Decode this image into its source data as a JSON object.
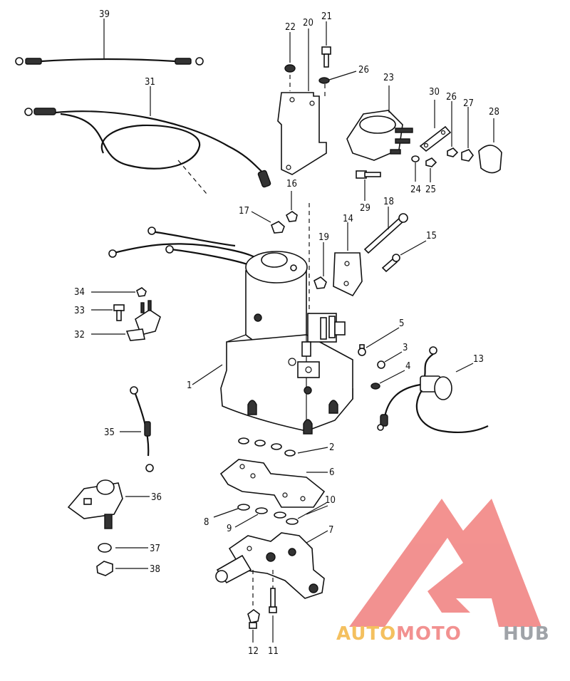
{
  "callouts": {
    "c1": "1",
    "c2": "2",
    "c3": "3",
    "c4": "4",
    "c5": "5",
    "c6": "6",
    "c7": "7",
    "c8": "8",
    "c9": "9",
    "c10": "10",
    "c11": "11",
    "c12": "12",
    "c13": "13",
    "c14": "14",
    "c15": "15",
    "c16": "16",
    "c17": "17",
    "c18": "18",
    "c19": "19",
    "c20": "20",
    "c21": "21",
    "c22": "22",
    "c23": "23",
    "c24": "24",
    "c25": "25",
    "c26a": "26",
    "c26b": "26",
    "c27": "27",
    "c28": "28",
    "c29": "29",
    "c30": "30",
    "c31": "31",
    "c32": "32",
    "c33": "33",
    "c34": "34",
    "c35": "35",
    "c36": "36",
    "c37": "37",
    "c38": "38",
    "c39": "39"
  },
  "watermark": {
    "part1": "AUTO",
    "part2": "MOTO",
    "part3": "HUB",
    "color_red": "#f07a78",
    "color_orange": "#f2b33d",
    "color_gray": "#8a8f96"
  }
}
